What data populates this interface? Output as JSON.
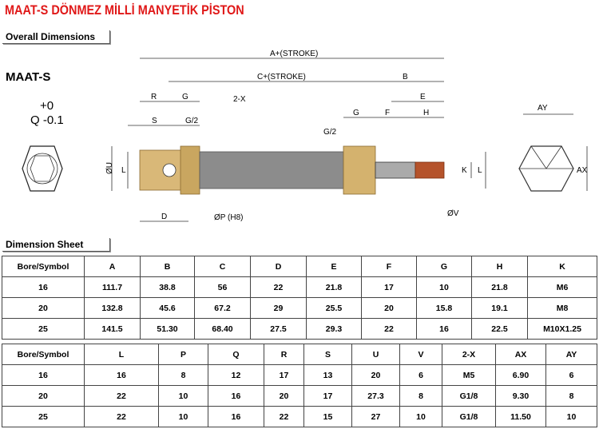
{
  "title": "MAAT-S DÖNMEZ MİLLİ MANYETİK PİSTON",
  "sections": {
    "overall": "Overall Dimensions",
    "sheet": "Dimension Sheet"
  },
  "drawing": {
    "model": "MAAT-S",
    "tol_upper": "+0",
    "tol_lower": "Q -0.1",
    "labels": {
      "a": "A+(STROKE)",
      "c": "C+(STROKE)",
      "b": "B",
      "r": "R",
      "g1": "G",
      "x": "2-X",
      "s": "S",
      "g2a": "G/2",
      "u": "ØU",
      "l1": "L",
      "d": "D",
      "p": "ØP (H8)",
      "g2": "G",
      "g2b": "G/2",
      "f": "F",
      "e": "E",
      "h": "H",
      "k": "K",
      "l2": "L",
      "v": "ØV",
      "ay": "AY",
      "ax": "AX"
    }
  },
  "table1": {
    "headers": [
      "Bore/Symbol",
      "A",
      "B",
      "C",
      "D",
      "E",
      "F",
      "G",
      "H",
      "K"
    ],
    "rows": [
      [
        "16",
        "111.7",
        "38.8",
        "56",
        "22",
        "21.8",
        "17",
        "10",
        "21.8",
        "M6"
      ],
      [
        "20",
        "132.8",
        "45.6",
        "67.2",
        "29",
        "25.5",
        "20",
        "15.8",
        "19.1",
        "M8"
      ],
      [
        "25",
        "141.5",
        "51.30",
        "68.40",
        "27.5",
        "29.3",
        "22",
        "16",
        "22.5",
        "M10X1.25"
      ]
    ]
  },
  "table2": {
    "headers": [
      "Bore/Symbol",
      "L",
      "P",
      "Q",
      "R",
      "S",
      "U",
      "V",
      "2-X",
      "AX",
      "AY"
    ],
    "rows": [
      [
        "16",
        "16",
        "8",
        "12",
        "17",
        "13",
        "20",
        "6",
        "M5",
        "6.90",
        "6"
      ],
      [
        "20",
        "22",
        "10",
        "16",
        "20",
        "17",
        "27.3",
        "8",
        "G1/8",
        "9.30",
        "8"
      ],
      [
        "25",
        "22",
        "10",
        "16",
        "22",
        "15",
        "27",
        "10",
        "G1/8",
        "11.50",
        "10"
      ]
    ]
  }
}
